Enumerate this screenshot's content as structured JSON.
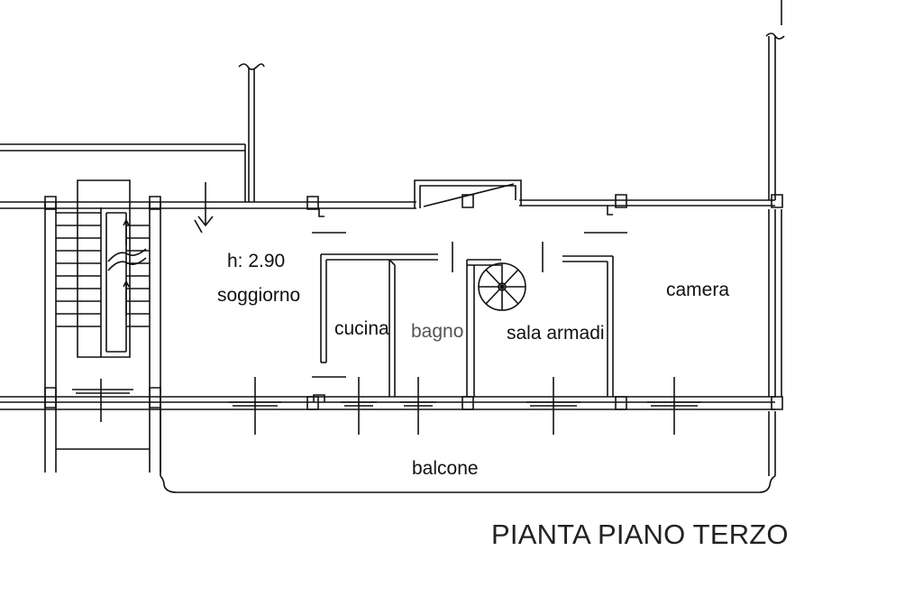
{
  "plan": {
    "title": "PIANTA PIANO TERZO",
    "height_label": "h: 2.90",
    "rooms": {
      "soggiorno": "soggiorno",
      "cucina": "cucina",
      "bagno": "bagno",
      "sala_armadi": "sala armadi",
      "camera": "camera",
      "balcone": "balcone"
    },
    "colors": {
      "line": "#111111",
      "text": "#111111"
    }
  }
}
